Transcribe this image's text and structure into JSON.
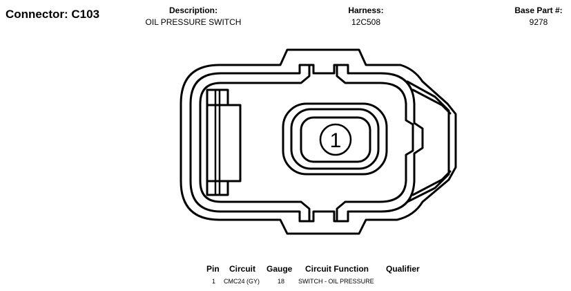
{
  "connector": {
    "title": "Connector: C103"
  },
  "header": {
    "description_label": "Description:",
    "description_value": "OIL PRESSURE SWITCH",
    "harness_label": "Harness:",
    "harness_value": "12C508",
    "base_part_label": "Base Part #:",
    "base_part_value": "9278"
  },
  "diagram": {
    "pin_label": "1"
  },
  "pin_table": {
    "headers": {
      "pin": "Pin",
      "circuit": "Circuit",
      "gauge": "Gauge",
      "function": "Circuit Function",
      "qualifier": "Qualifier"
    },
    "rows": [
      {
        "pin": "1",
        "circuit": "CMC24 (GY)",
        "gauge": "18",
        "function": "SWITCH - OIL PRESSURE",
        "qualifier": ""
      }
    ]
  }
}
